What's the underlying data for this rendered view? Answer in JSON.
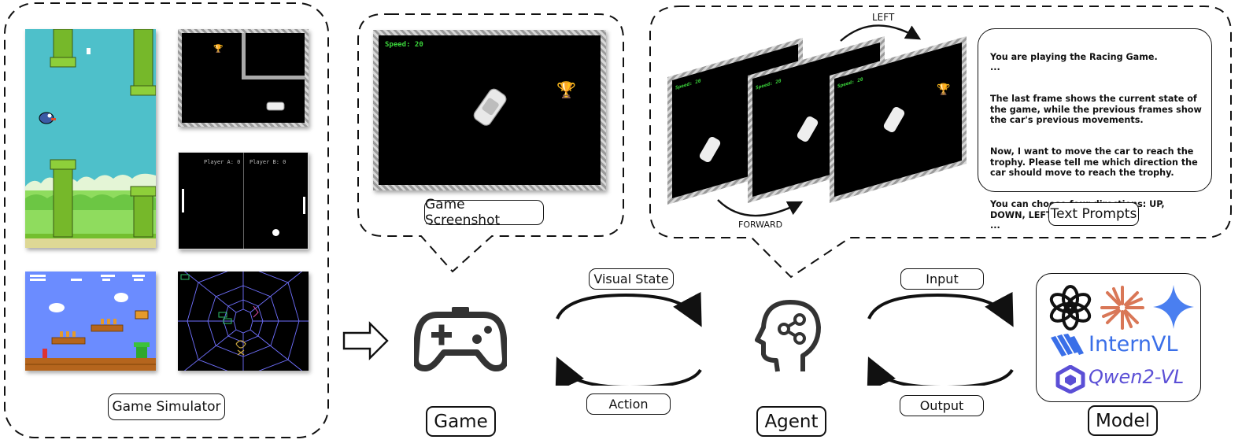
{
  "colors": {
    "sky": "#4ec0ca",
    "pipe_green": "#76b82a",
    "speed_green": "#3bd63b",
    "claude_orange": "#d97757",
    "gemini_blue": "#4a7ff0",
    "intern_blue": "#3a6fe8",
    "qwen_purple": "#5b4fd6",
    "mario_sky": "#6b8cff",
    "mario_brick": "#b5651d"
  },
  "game_simulator": {
    "label": "Game Simulator",
    "pong": {
      "player_a": "Player A: 0",
      "player_b": "Player B: 0"
    }
  },
  "game_screenshot": {
    "label": "Game Screenshot",
    "speed_text": "Speed: 20"
  },
  "frames": {
    "speed_text": "Speed: 20",
    "left_label": "LEFT",
    "forward_label": "FORWARD"
  },
  "text_prompts": {
    "label": "Text Prompts",
    "paragraphs": [
      "You are playing the Racing Game.\n...",
      "The last frame shows the current state of the game, while the previous frames show the car's previous movements.",
      "Now, I want to move the car to reach the trophy. Please tell me which direction the car should move to reach the trophy.",
      "You can choose four directions: UP, DOWN, LEFT, RIGHT.\n..."
    ]
  },
  "flow": {
    "game": "Game",
    "agent": "Agent",
    "model": "Model",
    "visual_state": "Visual State",
    "action": "Action",
    "input": "Input",
    "output": "Output"
  },
  "models": {
    "internvl": "InternVL",
    "qwen": "Qwen2-VL"
  },
  "icons": {
    "gamepad": "gamepad-icon",
    "agent": "head-network-icon",
    "openai": "openai-icon",
    "claude": "claude-icon",
    "gemini": "gemini-icon"
  }
}
